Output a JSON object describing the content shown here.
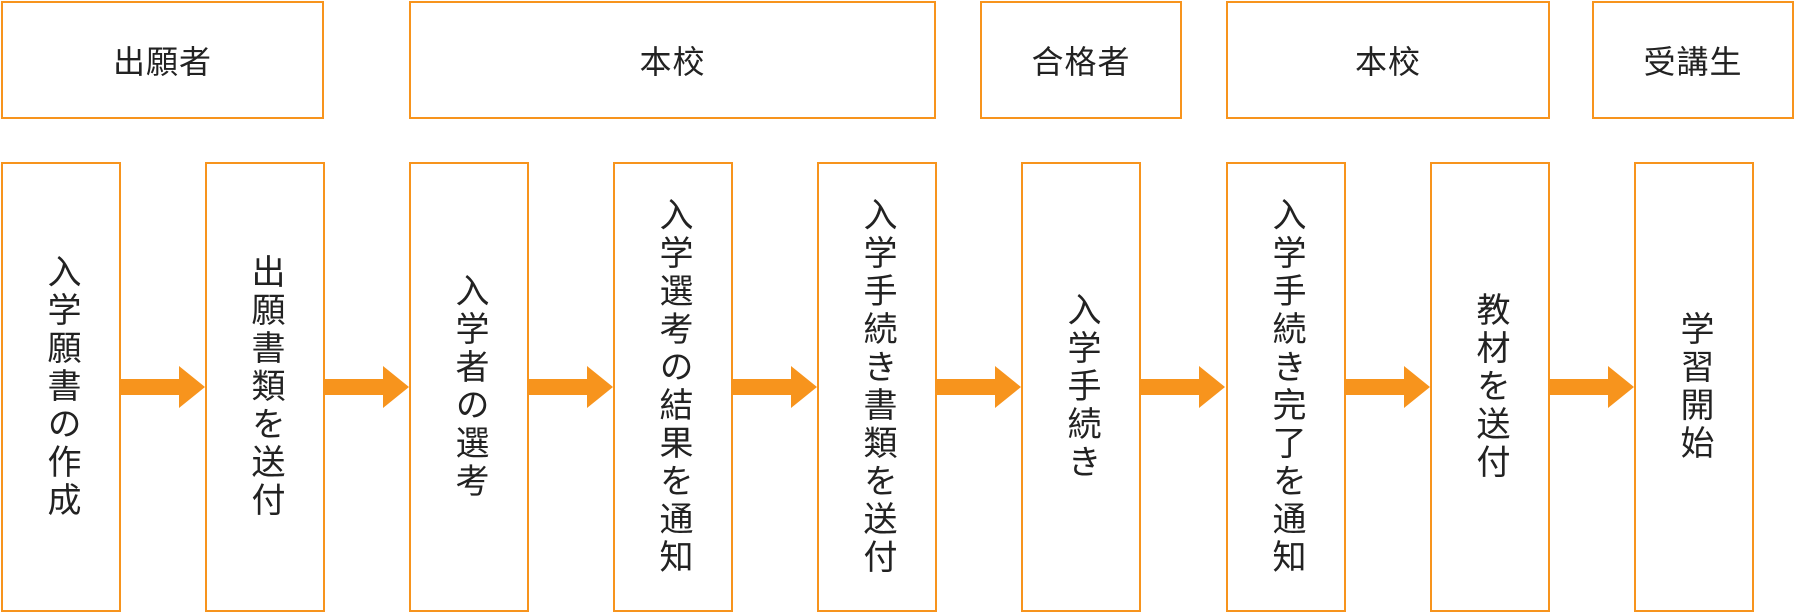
{
  "accent_color": "#f7941d",
  "actors": [
    {
      "label": "出願者"
    },
    {
      "label": "本校"
    },
    {
      "label": "合格者"
    },
    {
      "label": "本校"
    },
    {
      "label": "受講生"
    }
  ],
  "steps": [
    {
      "label": "入学願書の作成"
    },
    {
      "label": "出願書類を送付"
    },
    {
      "label": "入学者の選考"
    },
    {
      "label": "入学選考の結果を通知"
    },
    {
      "label": "入学手続き書類を送付"
    },
    {
      "label": "入学手続き"
    },
    {
      "label": "入学手続き完了を通知"
    },
    {
      "label": "教材を送付"
    },
    {
      "label": "学習開始"
    }
  ]
}
